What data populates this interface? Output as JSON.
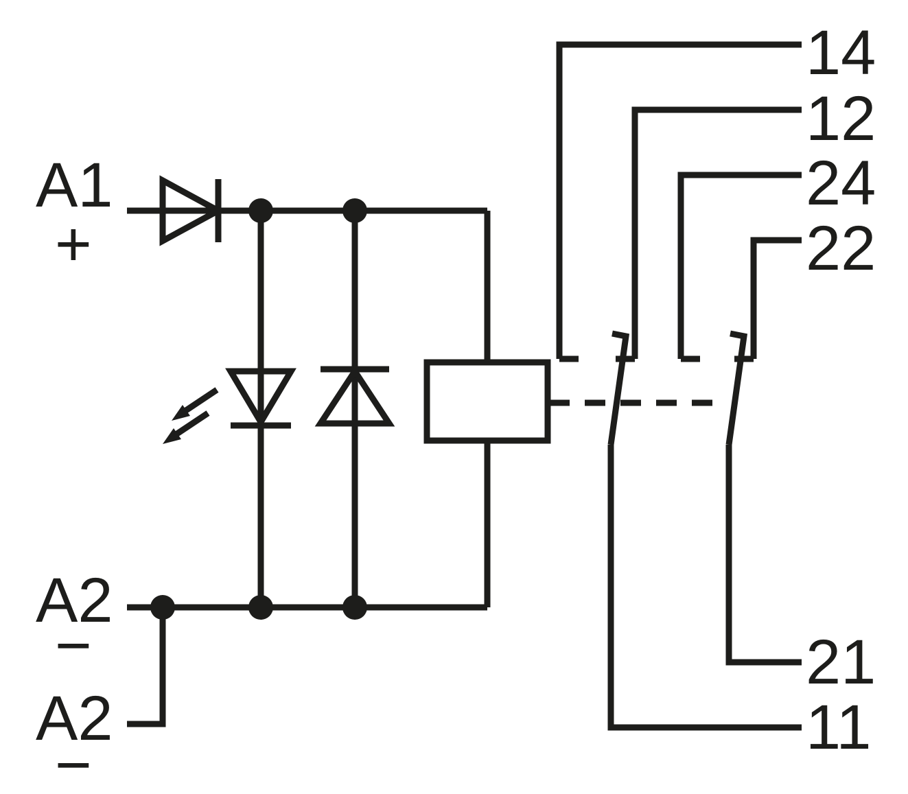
{
  "colors": {
    "line": "#1d1d1b",
    "background": "#ffffff"
  },
  "labels": {
    "a1": "A1",
    "a1_sign": "+",
    "a2": "A2",
    "a2_sign": "−",
    "a2_jumper": "A2",
    "a2_jumper_sign": "−",
    "t14": "14",
    "t12": "12",
    "t24": "24",
    "t22": "22",
    "t21": "21",
    "t11": "11"
  },
  "components": {
    "series_diode": "polarity-protection-diode",
    "led": "status-led",
    "suppression_diode": "suppression-diode",
    "coil": "relay-coil",
    "mechanical_link": "dashed-mechanical-link",
    "contact_1": {
      "common": "11",
      "nc": "12",
      "no": "14"
    },
    "contact_2": {
      "common": "21",
      "nc": "22",
      "no": "24"
    }
  }
}
